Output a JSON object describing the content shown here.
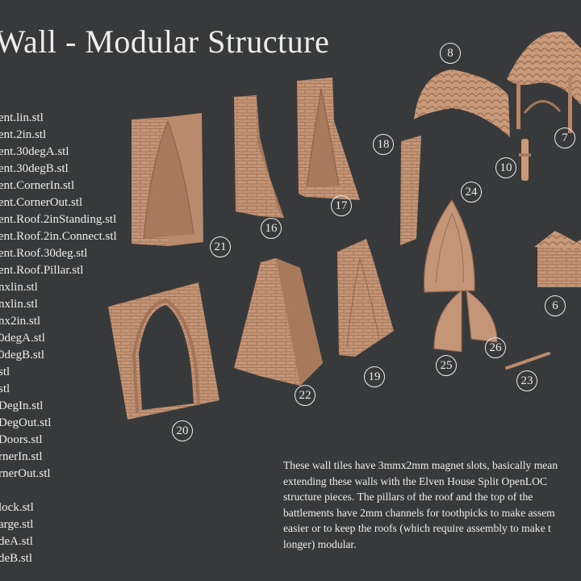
{
  "title": "Wall - Modular Structure",
  "file_list": [
    "ent.lin.stl",
    "ent.2in.stl",
    "ent.30degA.stl",
    "ent.30degB.stl",
    "ent.CornerIn.stl",
    "ent.CornerOut.stl",
    "ent.Roof.2inStanding.stl",
    "ent.Roof.2in.Connect.stl",
    "ent.Roof.30deg.stl",
    "ent.Roof.Pillar.stl",
    "nxlin.stl",
    "nxlin.stl",
    "nx2in.stl",
    "0degA.stl",
    "0degB.stl",
    "stl",
    "stl",
    "DegIn.stl",
    "DegOut.stl",
    "Doors.stl",
    "rnerIn.stl",
    "rnerOut.stl",
    "",
    "lock.stl",
    "arge.stl",
    "deA.stl",
    "deB.stl"
  ],
  "description_lines": [
    "These wall tiles have 3mmx2mm magnet slots, basically mean",
    "extending these walls with the Elven House Split OpenLOC",
    "structure pieces. The pillars of the roof and the top of the",
    "battlements have 2mm channels for toothpicks to make assem",
    "easier or to keep the roofs (which require assembly to make t",
    "longer) modular."
  ],
  "piece_numbers": [
    "8",
    "7",
    "18",
    "10",
    "24",
    "21",
    "16",
    "17",
    "6",
    "25",
    "26",
    "23",
    "19",
    "22",
    "20"
  ],
  "colors": {
    "background": "#38393b",
    "text": "#ededea",
    "resin": "#c99a7a"
  }
}
